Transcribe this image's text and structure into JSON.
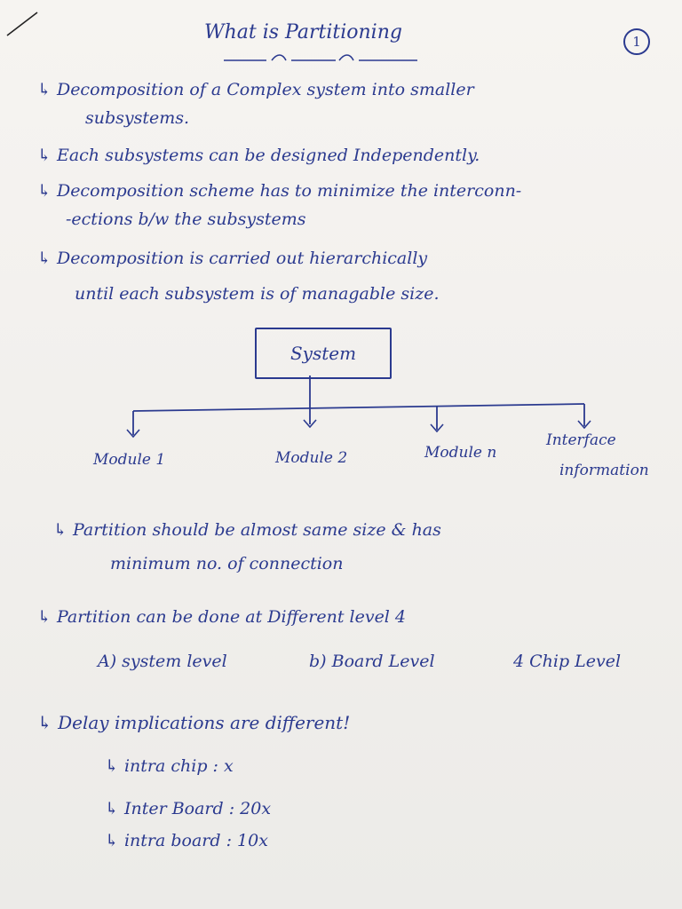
{
  "page": {
    "title": "What is Partitioning",
    "page_number": "1"
  },
  "intro": {
    "l1a": "↳ Decomposition of a Complex system into smaller",
    "l1b": "subsystems.",
    "l2": "↳ Each subsystems can be designed Independently.",
    "l3a": "↳ Decomposition scheme has to minimize the interconn-",
    "l3b": "-ections b/w the subsystems",
    "l4a": "↳ Decomposition is carried out hierarchically",
    "l4b": "until each subsystem is of managable size."
  },
  "diagram": {
    "root": "System",
    "children": [
      "Module 1",
      "Module 2",
      "Module n",
      "Interface",
      "information"
    ]
  },
  "partition": {
    "l1a": "↳ Partition should be almost same size & has",
    "l1b": "minimum no. of connection",
    "l2": "↳ Partition can be done at Different level 4",
    "levels_a": "A) system level",
    "levels_b": "b) Board Level",
    "levels_c": "4 Chip Level"
  },
  "delay": {
    "heading": "↳ Delay implications are different!",
    "i1": "↳ intra chip : x",
    "i2": "↳ Inter Board : 20x",
    "i3": "↳ intra board : 10x"
  }
}
